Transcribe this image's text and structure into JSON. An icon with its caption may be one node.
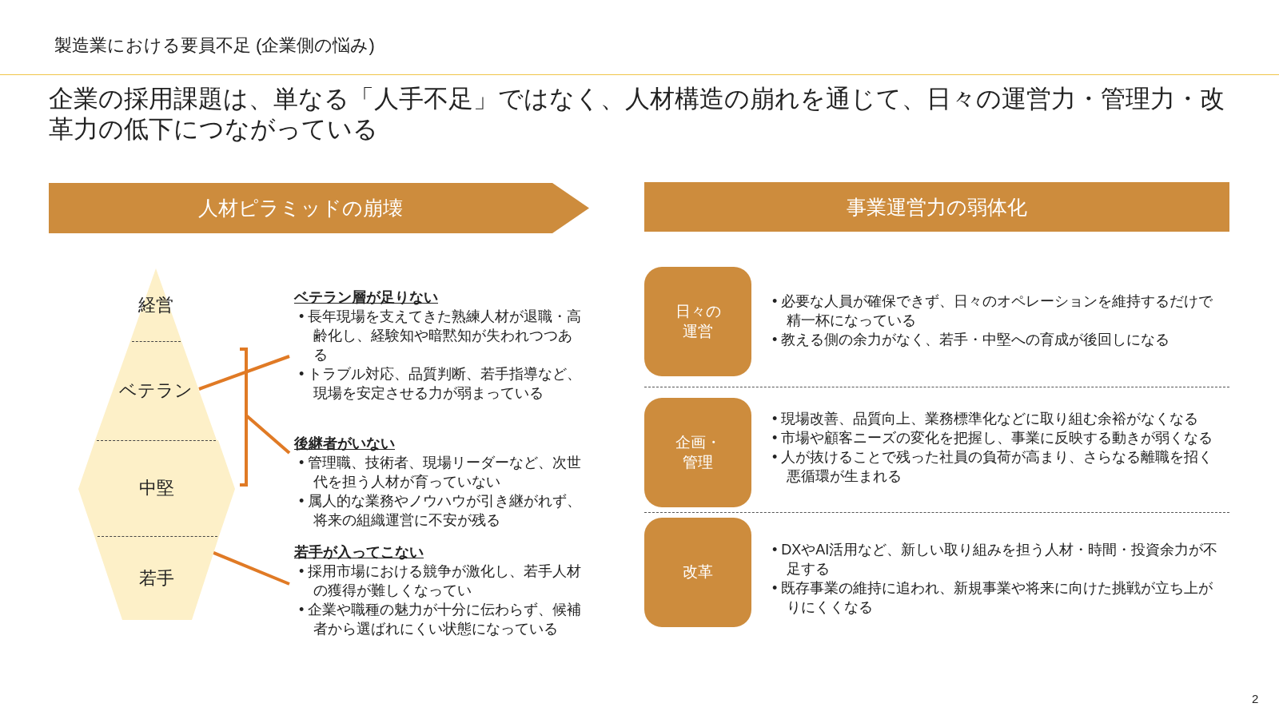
{
  "diagram": {
    "title": "製造業における要員不足 (企業側の悩み)",
    "nodes": [
      {
        "text": [
          "経営"
        ]
      },
      {
        "text": [
          "ベテラン"
        ]
      },
      {
        "text": [
          "中堅"
        ]
      },
      {
        "text": [
          "若手"
        ]
      },
      {
        "text": [
          "ベテラン層が足りない",
          "• 長年現場を支えてきた熟練人材が退職・高齢化し、経験知や暗黙知が失われつつある",
          "• トラブル対応、品質判断、若手指導など、現場を安定させる力が弱まっている"
        ]
      },
      {
        "text": [
          "後継者がいない",
          "• 管理職、技術者、現場リーダーなど、次世代を担う人材が育っていない",
          "• 属人的な業務やノウハウが引き継がれず、将来の組織運営に不安が残る"
        ]
      },
      {
        "text": [
          "若手が入ってこない",
          "• 採用市場における競争が激化し、若手人材の獲得が難しくなってい",
          "• 企業や職種の魅力が十分に伝わらず、候補者から選ばれにくい状態になっている"
        ]
      },
      {
        "text": [
          "人材ピラミッドの崩壊"
        ]
      },
      {
        "text": [
          "事業運営力の弱体化"
        ]
      },
      {
        "text": [
          "日々の運営"
        ],
        "beside": [
          "• 必要な人員が確保できず、日々のオペレーションを維持するだけで精一杯になっている",
          "• 教える側の余力がなく、若手・中堅への育成が後回しになる"
        ]
      },
      {
        "text": [
          "企画・管理"
        ],
        "beside": [
          "• 現場改善、品質向上、業務標準化などに取り組む余裕がなくなる",
          "• 市場や顧客ニーズの変化を把握し、事業に反映する動きが弱くなる",
          "• 人が抜けることで残った社員の負荷が高まり、さらなる離職を招く悪循環が生まれる"
        ]
      },
      {
        "text": [
          "改革"
        ],
        "beside": [
          "• DXやAI活用など、新しい取り組みを担う人材・時間・投資余力が不足する",
          "• 既存事業の維持に追われ、新規事業や将来に向けた挑戦が立ち上がりにくくなる"
        ]
      }
    ],
    "edges": [
      {
        "from": 1,
        "to": 4,
        "arrow": "none"
      },
      {
        "from": null,
        "to": 5,
        "arrow": "none"
      },
      {
        "from": 3,
        "to": 6,
        "arrow": "none"
      }
    ],
    "labels": [
      "企業の採用課題は、単なる「人手不足」ではなく、人材構造の崩れを通じて、日々の運営力・管理力・改革力の低下につながっている",
      "2"
    ]
  }
}
